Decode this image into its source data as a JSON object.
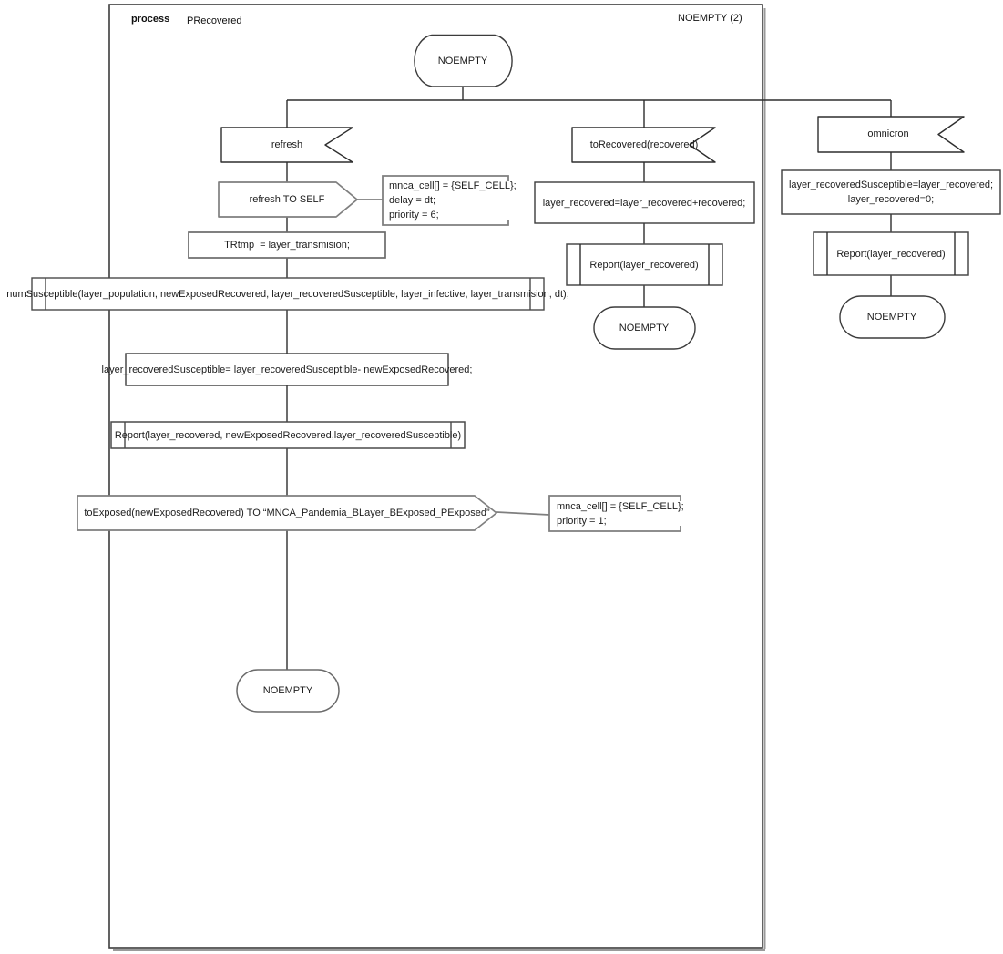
{
  "header": {
    "kind_label": "process",
    "process_name": "PRecovered",
    "state_page_ref": "NOEMPTY (2)"
  },
  "colors": {
    "ink": "#2e2e2e",
    "muted_gray": "#7f7f7f",
    "background": "#ffffff"
  },
  "diagram": {
    "start_state": "NOEMPTY",
    "refresh_branch": {
      "input_signal": "refresh",
      "output_signal": "refresh TO SELF",
      "output_comment": "mnca_cell[] = {SELF_CELL};\ndelay = dt;\npriority = 6;",
      "task_trtmp": "TRtmp  = layer_transmision;",
      "procedure_numsusceptible": "numSusceptible(layer_population, newExposedRecovered, layer_recoveredSusceptible, layer_infective, layer_transmision, dt);",
      "task_update": "layer_recoveredSusceptible= layer_recoveredSusceptible- newExposedRecovered;",
      "procedure_report": "Report(layer_recovered, newExposedRecovered,layer_recoveredSusceptible)",
      "output_toexposed": "toExposed(newExposedRecovered) TO “MNCA_Pandemia_BLayer_BExposed_PExposed”",
      "toexposed_comment": "mnca_cell[] = {SELF_CELL};\npriority = 1;",
      "end_state": "NOEMPTY"
    },
    "torecovered_branch": {
      "input_signal": "toRecovered(recovered)",
      "task": "layer_recovered=layer_recovered+recovered;",
      "procedure_report": "Report(layer_recovered)",
      "end_state": "NOEMPTY"
    },
    "omnicron_branch": {
      "input_signal": "omnicron",
      "task": "layer_recoveredSusceptible=layer_recovered;\nlayer_recovered=0;",
      "procedure_report": "Report(layer_recovered)",
      "end_state": "NOEMPTY"
    }
  }
}
